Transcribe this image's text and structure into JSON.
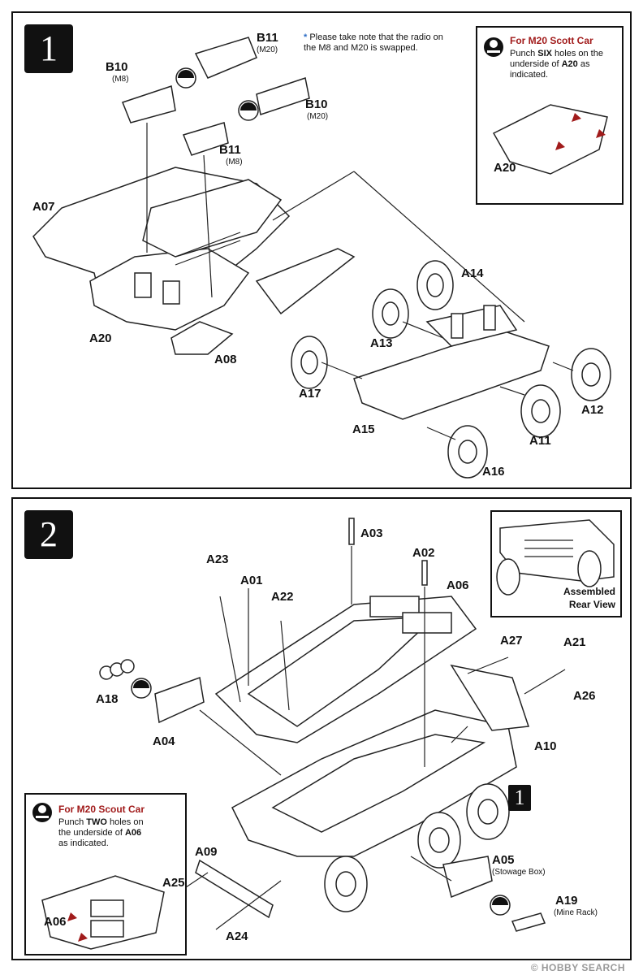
{
  "step1": {
    "number": "1",
    "note_star": "*",
    "note": "Please take note that the radio on the M8 and M20 is swapped.",
    "inset": {
      "title": "For M20 Scott Car",
      "text_before": "Punch ",
      "count": "SIX",
      "text_mid": " holes on the underside of ",
      "part": "A20",
      "text_after": " as indicated.",
      "label": "A20"
    },
    "labels": {
      "b11_m20": "B11",
      "b11_m20_sub": "(M20)",
      "b10_m8": "B10",
      "b10_m8_sub": "(M8)",
      "b10_m20": "B10",
      "b10_m20_sub": "(M20)",
      "b11_m8": "B11",
      "b11_m8_sub": "(M8)",
      "a07": "A07",
      "a20": "A20",
      "a08": "A08",
      "a14": "A14",
      "a13": "A13",
      "a17": "A17",
      "a15": "A15",
      "a12": "A12",
      "a11": "A11",
      "a16": "A16"
    }
  },
  "step2": {
    "number": "2",
    "ref_step": "1",
    "rear_view": "Assembled Rear View",
    "inset": {
      "title": "For M20 Scout Car",
      "text_before": "Punch ",
      "count": "TWO",
      "text_mid": " holes on the underside of ",
      "part": "A06",
      "text_after": " as indicated.",
      "label": "A06"
    },
    "labels": {
      "a03": "A03",
      "a23": "A23",
      "a01": "A01",
      "a02": "A02",
      "a22": "A22",
      "a06": "A06",
      "a27": "A27",
      "a21": "A21",
      "a26": "A26",
      "a18": "A18",
      "a04": "A04",
      "a10": "A10",
      "a09": "A09",
      "a25": "A25",
      "a24": "A24",
      "a05": "A05",
      "a05_sub": "(Stowage Box)",
      "a19": "A19",
      "a19_sub": "(Mine Rack)"
    }
  },
  "watermark": "© HOBBY SEARCH"
}
